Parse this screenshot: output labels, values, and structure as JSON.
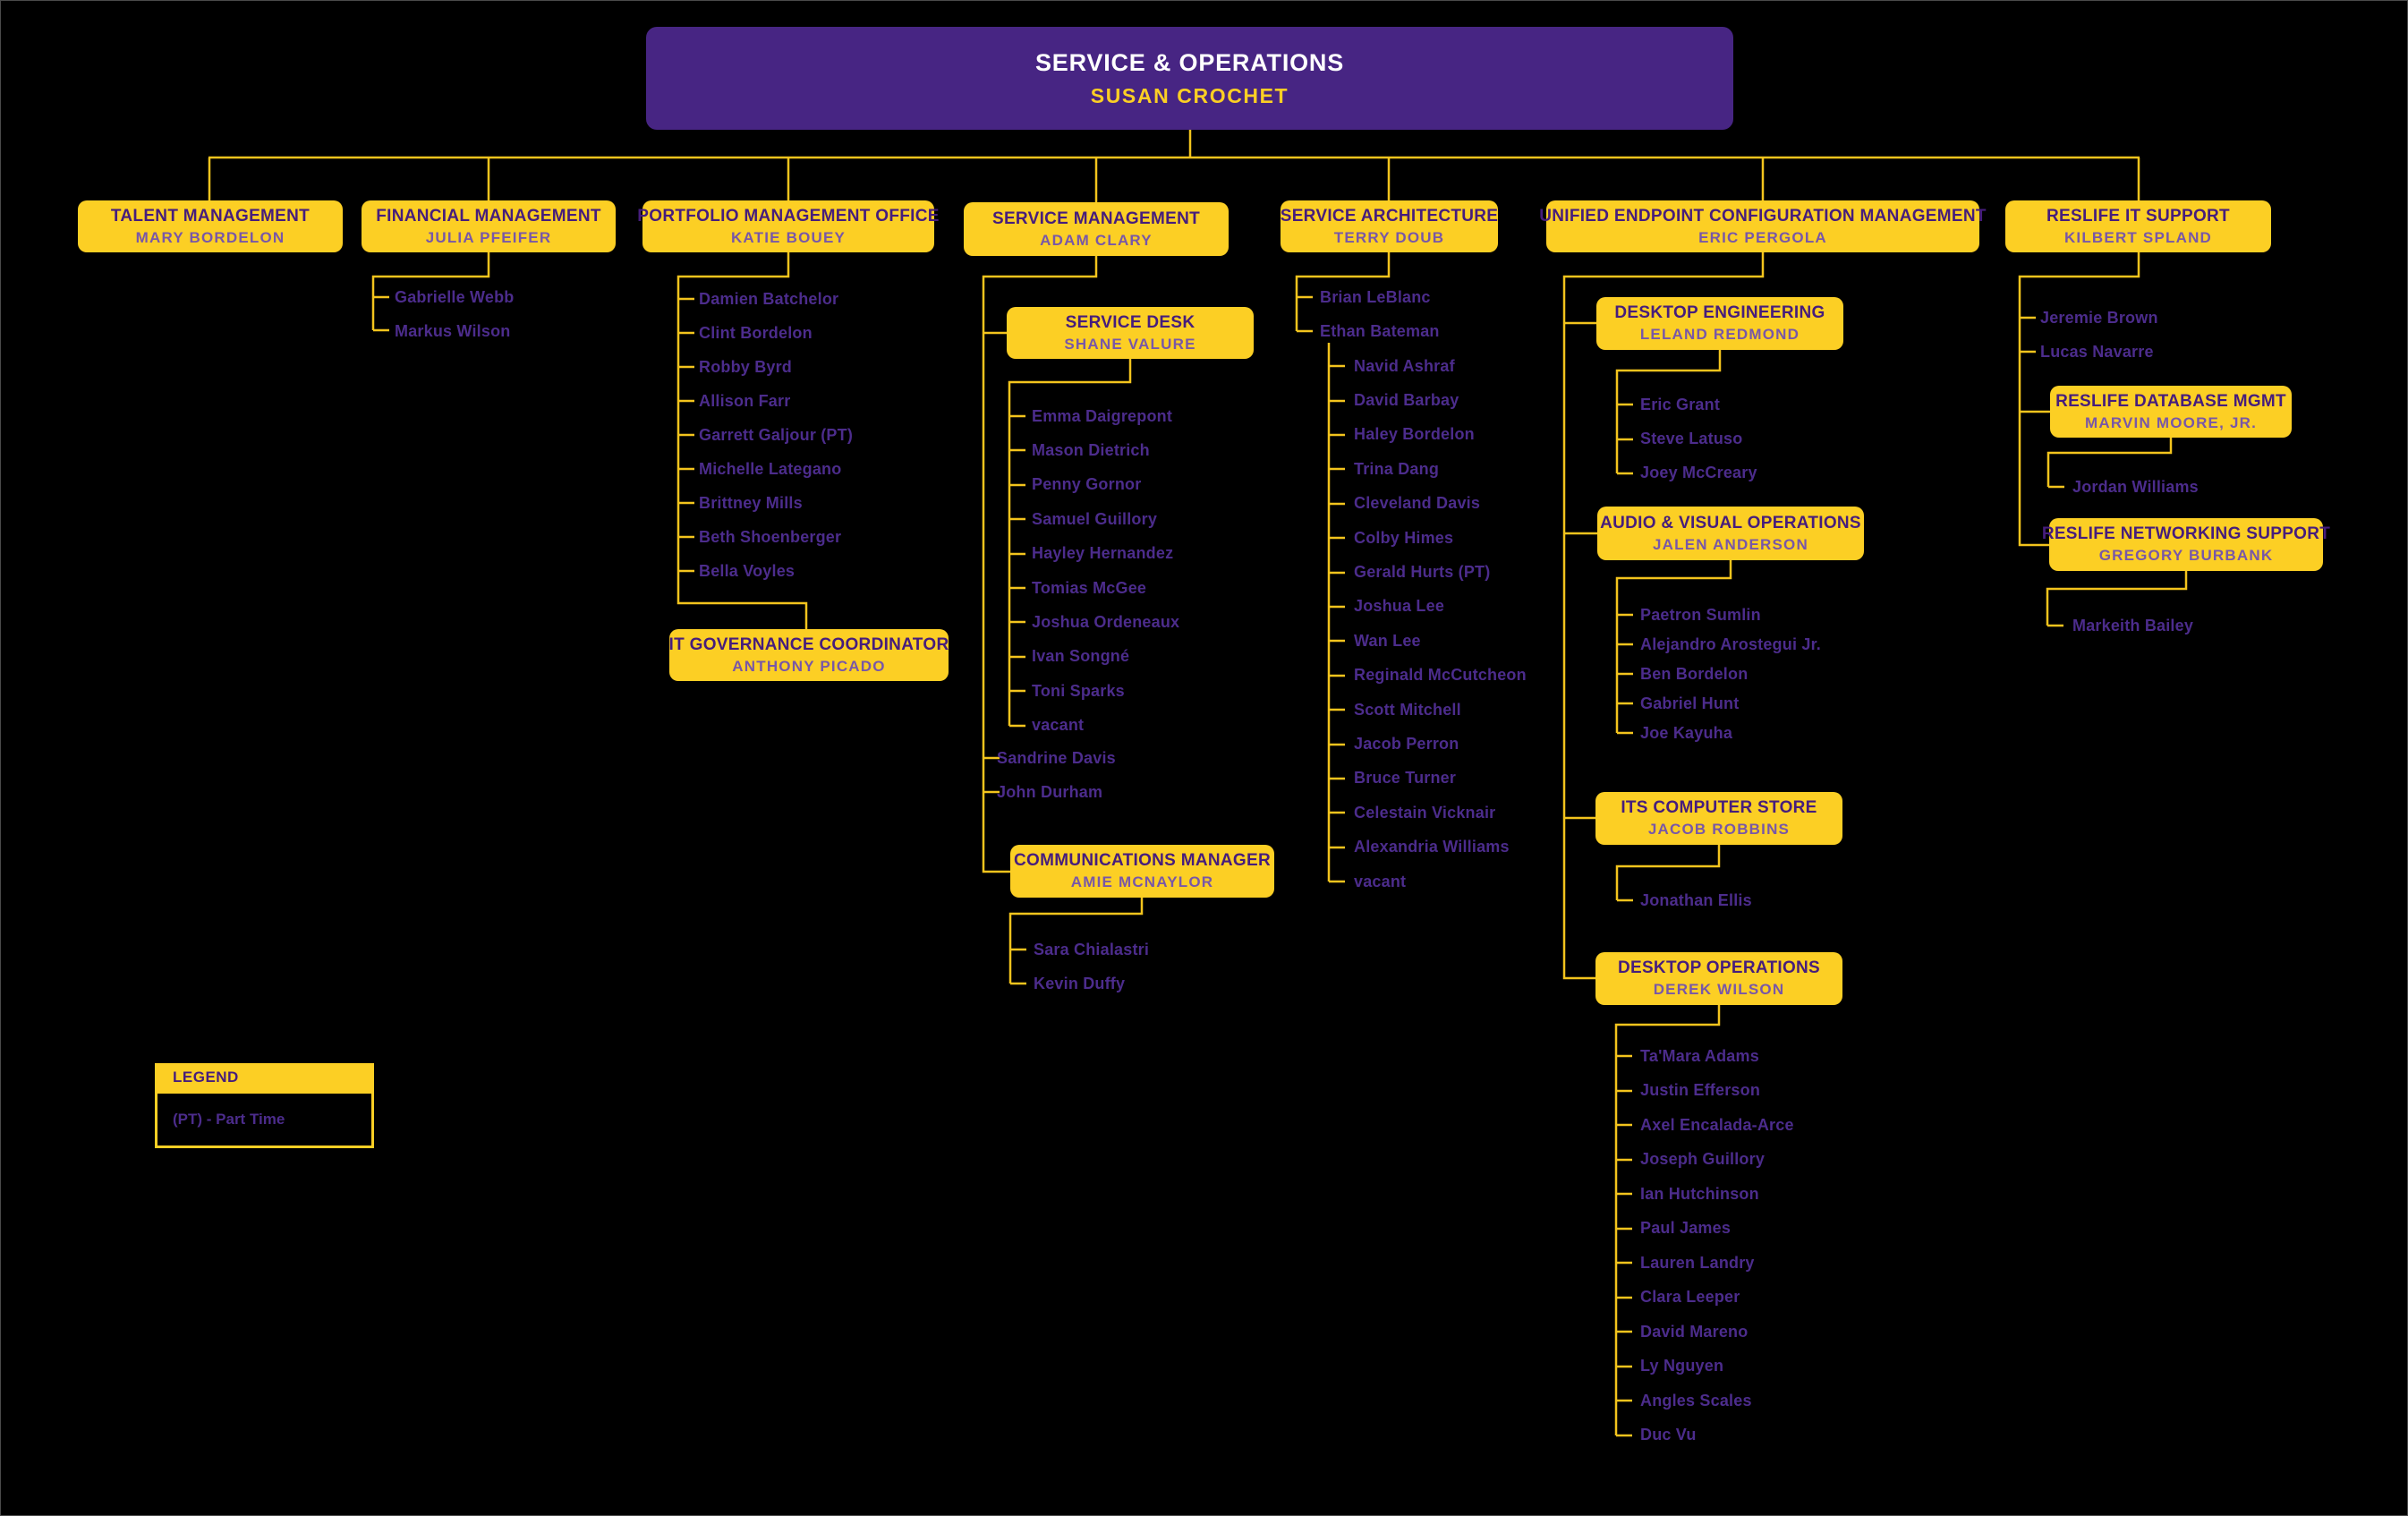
{
  "root": {
    "title": "SERVICE & OPERATIONS",
    "name": "SUSAN CROCHET"
  },
  "units": [
    {
      "title": "TALENT MANAGEMENT",
      "name": "MARY BORDELON",
      "members": []
    },
    {
      "title": "FINANCIAL MANAGEMENT",
      "name": "JULIA PFEIFER",
      "members": [
        "Gabrielle Webb",
        "Markus Wilson"
      ]
    },
    {
      "title": "PORTFOLIO MANAGEMENT OFFICE",
      "name": "KATIE BOUEY",
      "members": [
        "Damien Batchelor",
        "Clint Bordelon",
        "Robby Byrd",
        "Allison Farr",
        "Garrett Galjour (PT)",
        "Michelle Lategano",
        "Brittney Mills",
        "Beth Shoenberger",
        "Bella Voyles"
      ],
      "children": [
        {
          "title": "IT GOVERNANCE COORDINATOR",
          "name": "ANTHONY PICADO",
          "members": []
        }
      ]
    },
    {
      "title": "SERVICE MANAGEMENT",
      "name": "ADAM CLARY",
      "members": [
        "Sandrine Davis",
        "John Durham"
      ],
      "children": [
        {
          "title": "SERVICE DESK",
          "name": "SHANE VALURE",
          "members": [
            "Emma Daigrepont",
            "Mason Dietrich",
            "Penny Gornor",
            "Samuel Guillory",
            "Hayley Hernandez",
            "Tomias McGee",
            "Joshua Ordeneaux",
            "Ivan Songné",
            "Toni Sparks",
            "vacant"
          ]
        },
        {
          "title": "COMMUNICATIONS MANAGER",
          "name": "AMIE MCNAYLOR",
          "members": [
            "Sara Chialastri",
            "Kevin Duffy"
          ]
        }
      ]
    },
    {
      "title": "SERVICE ARCHITECTURE",
      "name": "TERRY DOUB",
      "members": [
        "Brian LeBlanc",
        "Ethan Bateman"
      ],
      "team": [
        "Navid Ashraf",
        "David Barbay",
        "Haley Bordelon",
        "Trina Dang",
        "Cleveland Davis",
        "Colby Himes",
        "Gerald Hurts (PT)",
        "Joshua Lee",
        "Wan Lee",
        "Reginald McCutcheon",
        "Scott Mitchell",
        "Jacob Perron",
        "Bruce Turner",
        "Celestain Vicknair",
        "Alexandria Williams",
        "vacant"
      ]
    },
    {
      "title": "UNIFIED ENDPOINT CONFIGURATION MANAGEMENT",
      "name": "ERIC PERGOLA",
      "members": [],
      "children": [
        {
          "title": "DESKTOP ENGINEERING",
          "name": "LELAND REDMOND",
          "members": [
            "Eric Grant",
            "Steve Latuso",
            "Joey McCreary"
          ]
        },
        {
          "title": "AUDIO & VISUAL OPERATIONS",
          "name": "JALEN ANDERSON",
          "members": [
            "Paetron Sumlin",
            "Alejandro Arostegui Jr.",
            "Ben Bordelon",
            "Gabriel Hunt",
            "Joe Kayuha"
          ]
        },
        {
          "title": "ITS COMPUTER STORE",
          "name": "JACOB ROBBINS",
          "members": [
            "Jonathan Ellis"
          ]
        },
        {
          "title": "DESKTOP OPERATIONS",
          "name": "DEREK WILSON",
          "members": [
            "Ta'Mara Adams",
            "Justin Efferson",
            "Axel Encalada-Arce",
            "Joseph Guillory",
            "Ian Hutchinson",
            "Paul James",
            "Lauren Landry",
            "Clara Leeper",
            "David Mareno",
            "Ly Nguyen",
            "Angles Scales",
            "Duc Vu"
          ]
        }
      ]
    },
    {
      "title": "RESLIFE IT SUPPORT",
      "name": "KILBERT SPLAND",
      "members": [
        "Jeremie Brown",
        "Lucas Navarre"
      ],
      "children": [
        {
          "title": "RESLIFE DATABASE MGMT",
          "name": "MARVIN MOORE, JR.",
          "members": [
            "Jordan Williams"
          ]
        },
        {
          "title": "RESLIFE NETWORKING SUPPORT",
          "name": "GREGORY BURBANK",
          "members": [
            "Markeith Bailey"
          ]
        }
      ]
    }
  ],
  "legend": {
    "title": "LEGEND",
    "items": [
      "(PT) - Part Time"
    ]
  },
  "colors": {
    "background": "#000000",
    "box_gold": "#FCCF24",
    "root_purple": "#472583",
    "title_purple": "#461D7C",
    "person_name_purple": "#7857A8",
    "member_purple": "#4C2C8C",
    "connector_gold": "#F3C41D",
    "root_title_white": "#FFFFFF"
  }
}
